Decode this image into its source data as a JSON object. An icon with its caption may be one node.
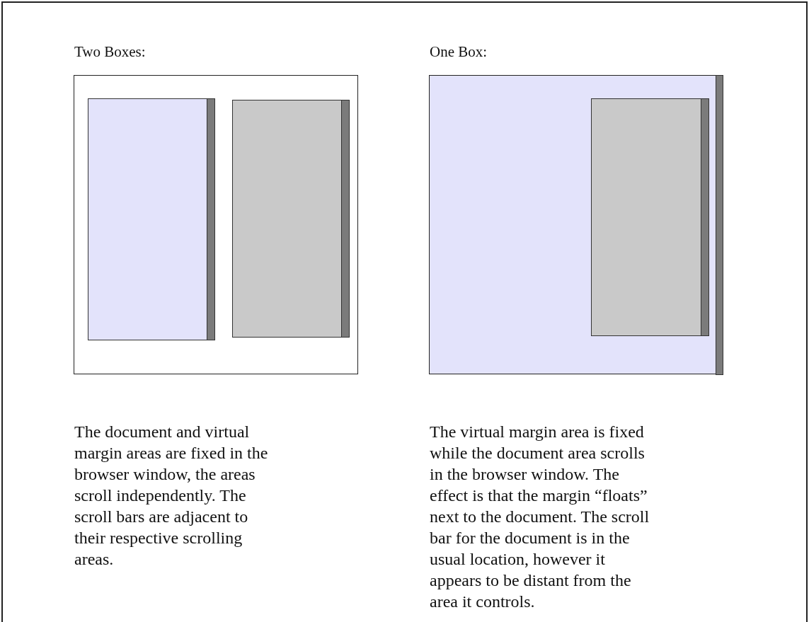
{
  "diagram": {
    "labels": [
      "Two Boxes:",
      "One Box:",
      "The document and virtual margin areas are fixed in the browser window, the areas scroll independently. The scroll bars are adjacent to their respective scrolling areas.",
      "The virtual margin area is fixed while the document area scrolls in the browser window. The effect is that the margin “floats” next to the document. The scroll bar for the document is in the usual location, however it appears to be distant from the area it controls."
    ]
  }
}
